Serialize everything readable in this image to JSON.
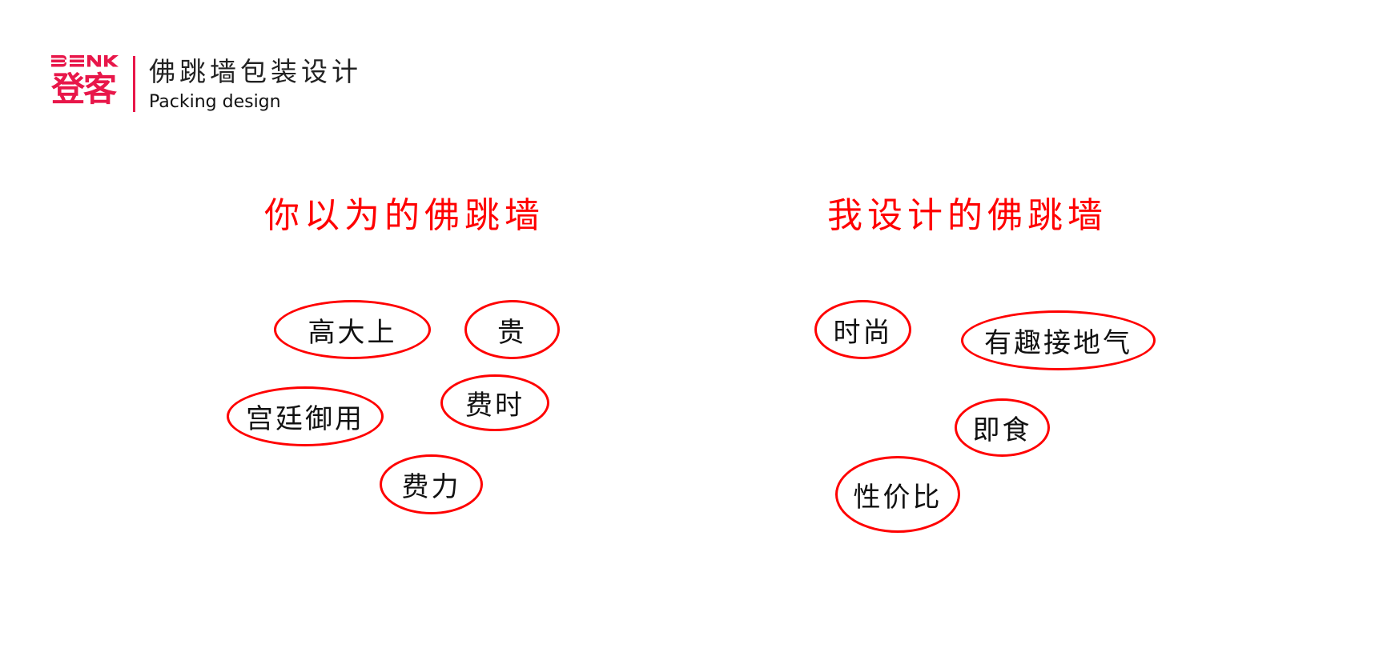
{
  "header": {
    "logo": {
      "latin": "DENK",
      "chinese": "登客",
      "color": "#e8174a"
    },
    "title": "佛跳墙包装设计",
    "subtitle": "Packing design"
  },
  "left_section": {
    "title": "你以为的佛跳墙",
    "title_color": "#ff0000",
    "keywords": [
      {
        "label": "高大上"
      },
      {
        "label": "贵"
      },
      {
        "label": "宫廷御用"
      },
      {
        "label": "费时"
      },
      {
        "label": "费力"
      }
    ]
  },
  "right_section": {
    "title": "我设计的佛跳墙",
    "title_color": "#ff0000",
    "keywords": [
      {
        "label": "时尚"
      },
      {
        "label": "有趣接地气"
      },
      {
        "label": "即食"
      },
      {
        "label": "性价比"
      }
    ]
  },
  "colors": {
    "accent_red": "#ff0000",
    "brand_red": "#e8174a",
    "text_dark": "#111111",
    "background": "#ffffff"
  }
}
